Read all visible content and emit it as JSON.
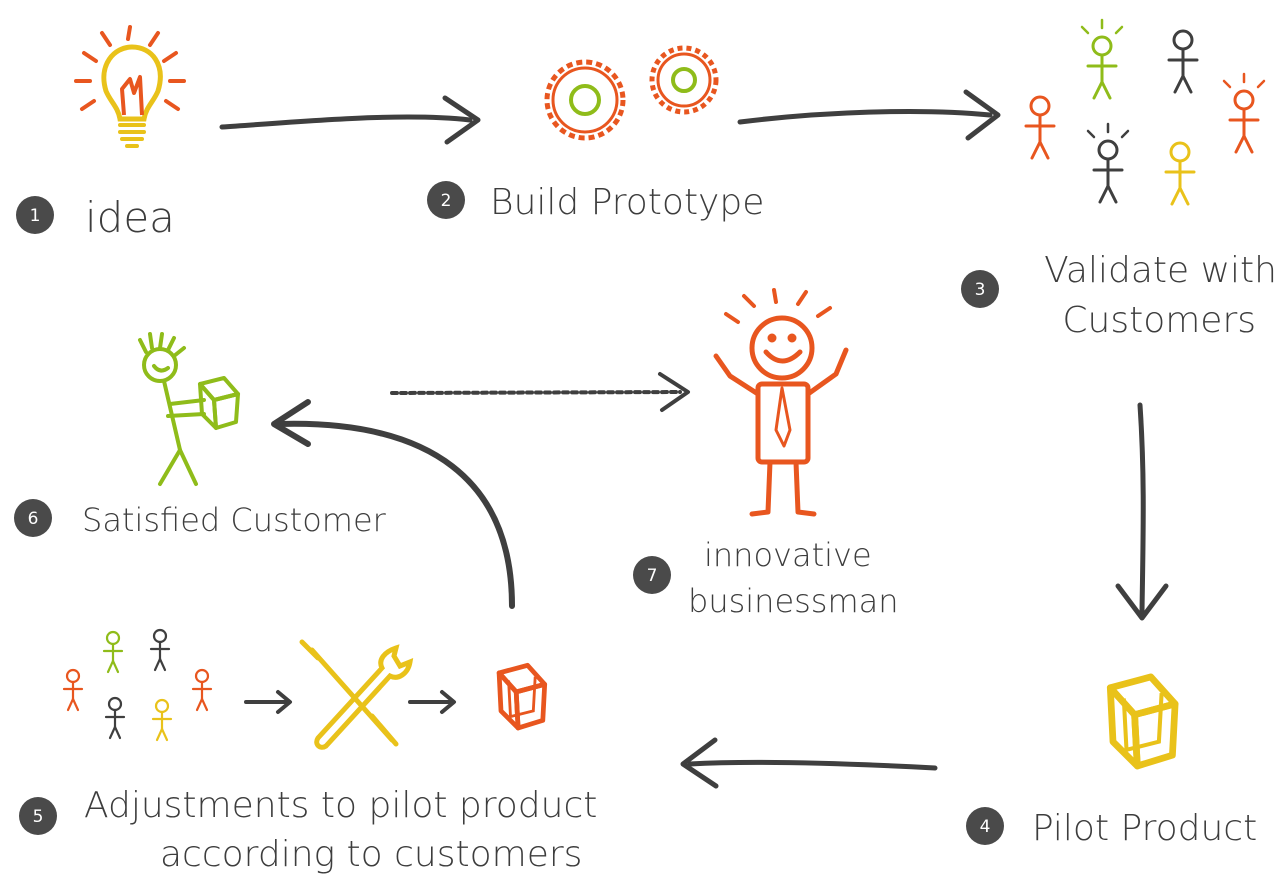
{
  "steps": [
    {
      "num": "1",
      "lines": [
        "idea"
      ]
    },
    {
      "num": "2",
      "lines": [
        "Build Prototype"
      ]
    },
    {
      "num": "3",
      "lines": [
        "Validate with",
        "Customers"
      ]
    },
    {
      "num": "4",
      "lines": [
        "Pilot Product"
      ]
    },
    {
      "num": "5",
      "lines": [
        "Adjustments to pilot product",
        "according to customers"
      ]
    },
    {
      "num": "6",
      "lines": [
        "Satisfied Customer"
      ]
    },
    {
      "num": "7",
      "lines": [
        "innovative",
        "businessman"
      ]
    }
  ],
  "colors": {
    "ink": "#3f3f3f",
    "orange": "#e8561f",
    "yellow": "#e9c21a",
    "green": "#8fbc1a",
    "badge": "#4a4a4a"
  },
  "icons": [
    "lightbulb-icon",
    "gears-icon",
    "customers-group-icon",
    "cube-icon",
    "tools-icon",
    "satisfied-customer-icon",
    "businessman-icon"
  ]
}
